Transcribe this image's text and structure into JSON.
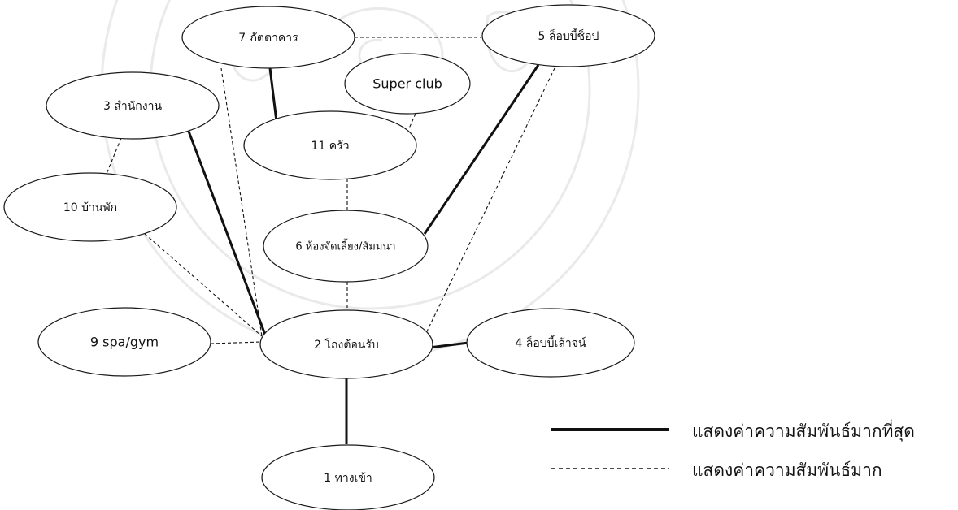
{
  "nodes": [
    {
      "id": "n7",
      "label": "7 ภัตตาคาร"
    },
    {
      "id": "n5",
      "label": "5 ล็อบบี้ช็อป"
    },
    {
      "id": "nsc",
      "label": "Super club"
    },
    {
      "id": "n3",
      "label": "3 สำนักงาน"
    },
    {
      "id": "n11",
      "label": "11 ครัว"
    },
    {
      "id": "n10",
      "label": "10 บ้านพัก"
    },
    {
      "id": "n6",
      "label": "6 ห้องจัดเลี้ยง/สัมมนา"
    },
    {
      "id": "n9",
      "label": "9 spa/gym"
    },
    {
      "id": "n2",
      "label": "2 โถงต้อนรับ"
    },
    {
      "id": "n4",
      "label": "4 ล็อบบี้เล้าจน์"
    },
    {
      "id": "n1",
      "label": "1 ทางเข้า"
    }
  ],
  "edges": [
    {
      "from": "n7",
      "to": "n5",
      "strength": "strong"
    },
    {
      "from": "n7",
      "to": "n11",
      "strength": "strongest"
    },
    {
      "from": "n7",
      "to": "n2",
      "strength": "strong"
    },
    {
      "from": "nsc",
      "to": "n11",
      "strength": "strong"
    },
    {
      "from": "n5",
      "to": "n6",
      "strength": "strongest"
    },
    {
      "from": "n5",
      "to": "n2",
      "strength": "strong"
    },
    {
      "from": "n3",
      "to": "n10",
      "strength": "strong"
    },
    {
      "from": "n3",
      "to": "n2",
      "strength": "strongest"
    },
    {
      "from": "n11",
      "to": "n6",
      "strength": "strong"
    },
    {
      "from": "n10",
      "to": "n2",
      "strength": "strong"
    },
    {
      "from": "n6",
      "to": "n2",
      "strength": "strong"
    },
    {
      "from": "n9",
      "to": "n2",
      "strength": "strong"
    },
    {
      "from": "n2",
      "to": "n4",
      "strength": "strongest"
    },
    {
      "from": "n2",
      "to": "n1",
      "strength": "strongest"
    }
  ],
  "legend": {
    "strongest": "แสดงค่าความสัมพันธ์มากที่สุด",
    "strong": "แสดงค่าความสัมพันธ์มาก"
  },
  "colors": {
    "line": "#111111",
    "watermark": "#9a9a9a"
  }
}
